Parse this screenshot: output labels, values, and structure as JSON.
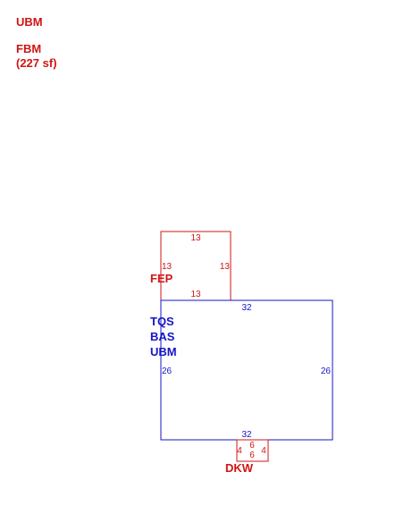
{
  "legend": [
    {
      "code": "UBM"
    },
    {
      "code": "FBM",
      "area": "(227 sf)"
    }
  ],
  "colors": {
    "red": "#d01414",
    "blue": "#1414c8"
  },
  "areas": {
    "fep": {
      "label": "FEP",
      "dims": {
        "top": "13",
        "left": "13",
        "right": "13",
        "bottom": "13"
      }
    },
    "main": {
      "labels": [
        "TQS",
        "BAS",
        "UBM"
      ],
      "dims": {
        "top": "32",
        "left": "26",
        "right": "26",
        "bottom": "32"
      }
    },
    "dkw": {
      "label": "DKW",
      "dims": {
        "left": "4",
        "right": "4",
        "top": "6",
        "bottom": "6"
      }
    }
  }
}
